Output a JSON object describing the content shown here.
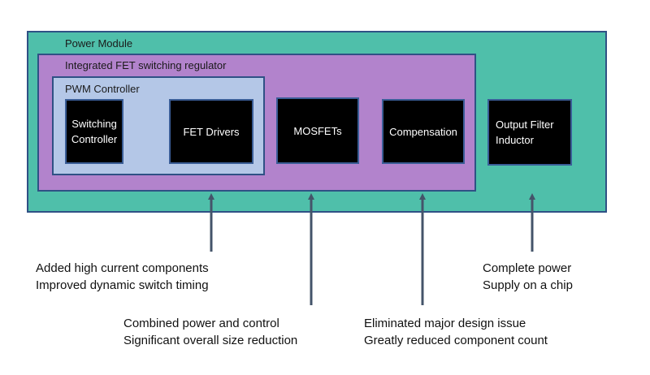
{
  "containers": {
    "power_module": "Power Module",
    "fet_regulator": "Integrated FET switching regulator",
    "pwm_controller": "PWM Controller"
  },
  "blocks": {
    "switching_controller": "Switching Controller",
    "fet_drivers": "FET Drivers",
    "mosfets": "MOSFETs",
    "compensation": "Compensation",
    "output_filter_inductor": "Output Filter Inductor"
  },
  "notes": {
    "high_current": [
      "Added high current components",
      "Improved dynamic switch timing"
    ],
    "power_control": [
      "Combined power and control",
      "Significant overall size reduction"
    ],
    "design_issue": [
      "Eliminated major design issue",
      "Greatly reduced component count"
    ],
    "complete_power": [
      "Complete power",
      "Supply on a chip"
    ]
  },
  "colors": {
    "power_module_fill": "#4fbfaa",
    "fet_regulator_fill": "#b283cc",
    "pwm_controller_fill": "#b4c7e7",
    "block_fill": "#000000",
    "outline": "#2f5185",
    "arrow": "#44546a"
  }
}
